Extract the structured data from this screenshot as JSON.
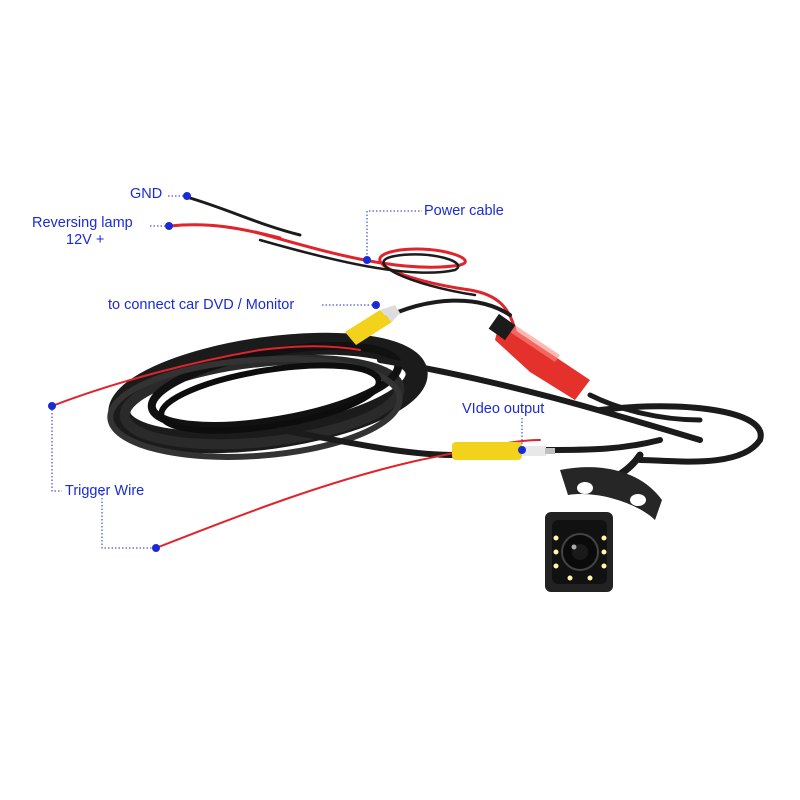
{
  "annotations": {
    "gnd": "GND",
    "reversing_lamp": "Reversing lamp",
    "voltage": "12V +",
    "power_cable": "Power  cable",
    "connect_dvd": "to connect car DVD / Monitor",
    "video_output": "VIdeo output",
    "trigger_wire": "Trigger Wire"
  },
  "colors": {
    "label_text": "#1a2bd6",
    "marker_dot": "#1a2bd6",
    "wire_red": "#e0242b",
    "cable_black": "#1b1b1b",
    "rca_yellow": "#f2d21a",
    "plug_red": "#e5312b",
    "camera_body": "#222222",
    "led": "#fff6a8"
  },
  "objects": [
    "power-cable",
    "trigger-wire",
    "cable-coil",
    "yellow-rca-plug",
    "red-power-plug",
    "backup-camera"
  ]
}
